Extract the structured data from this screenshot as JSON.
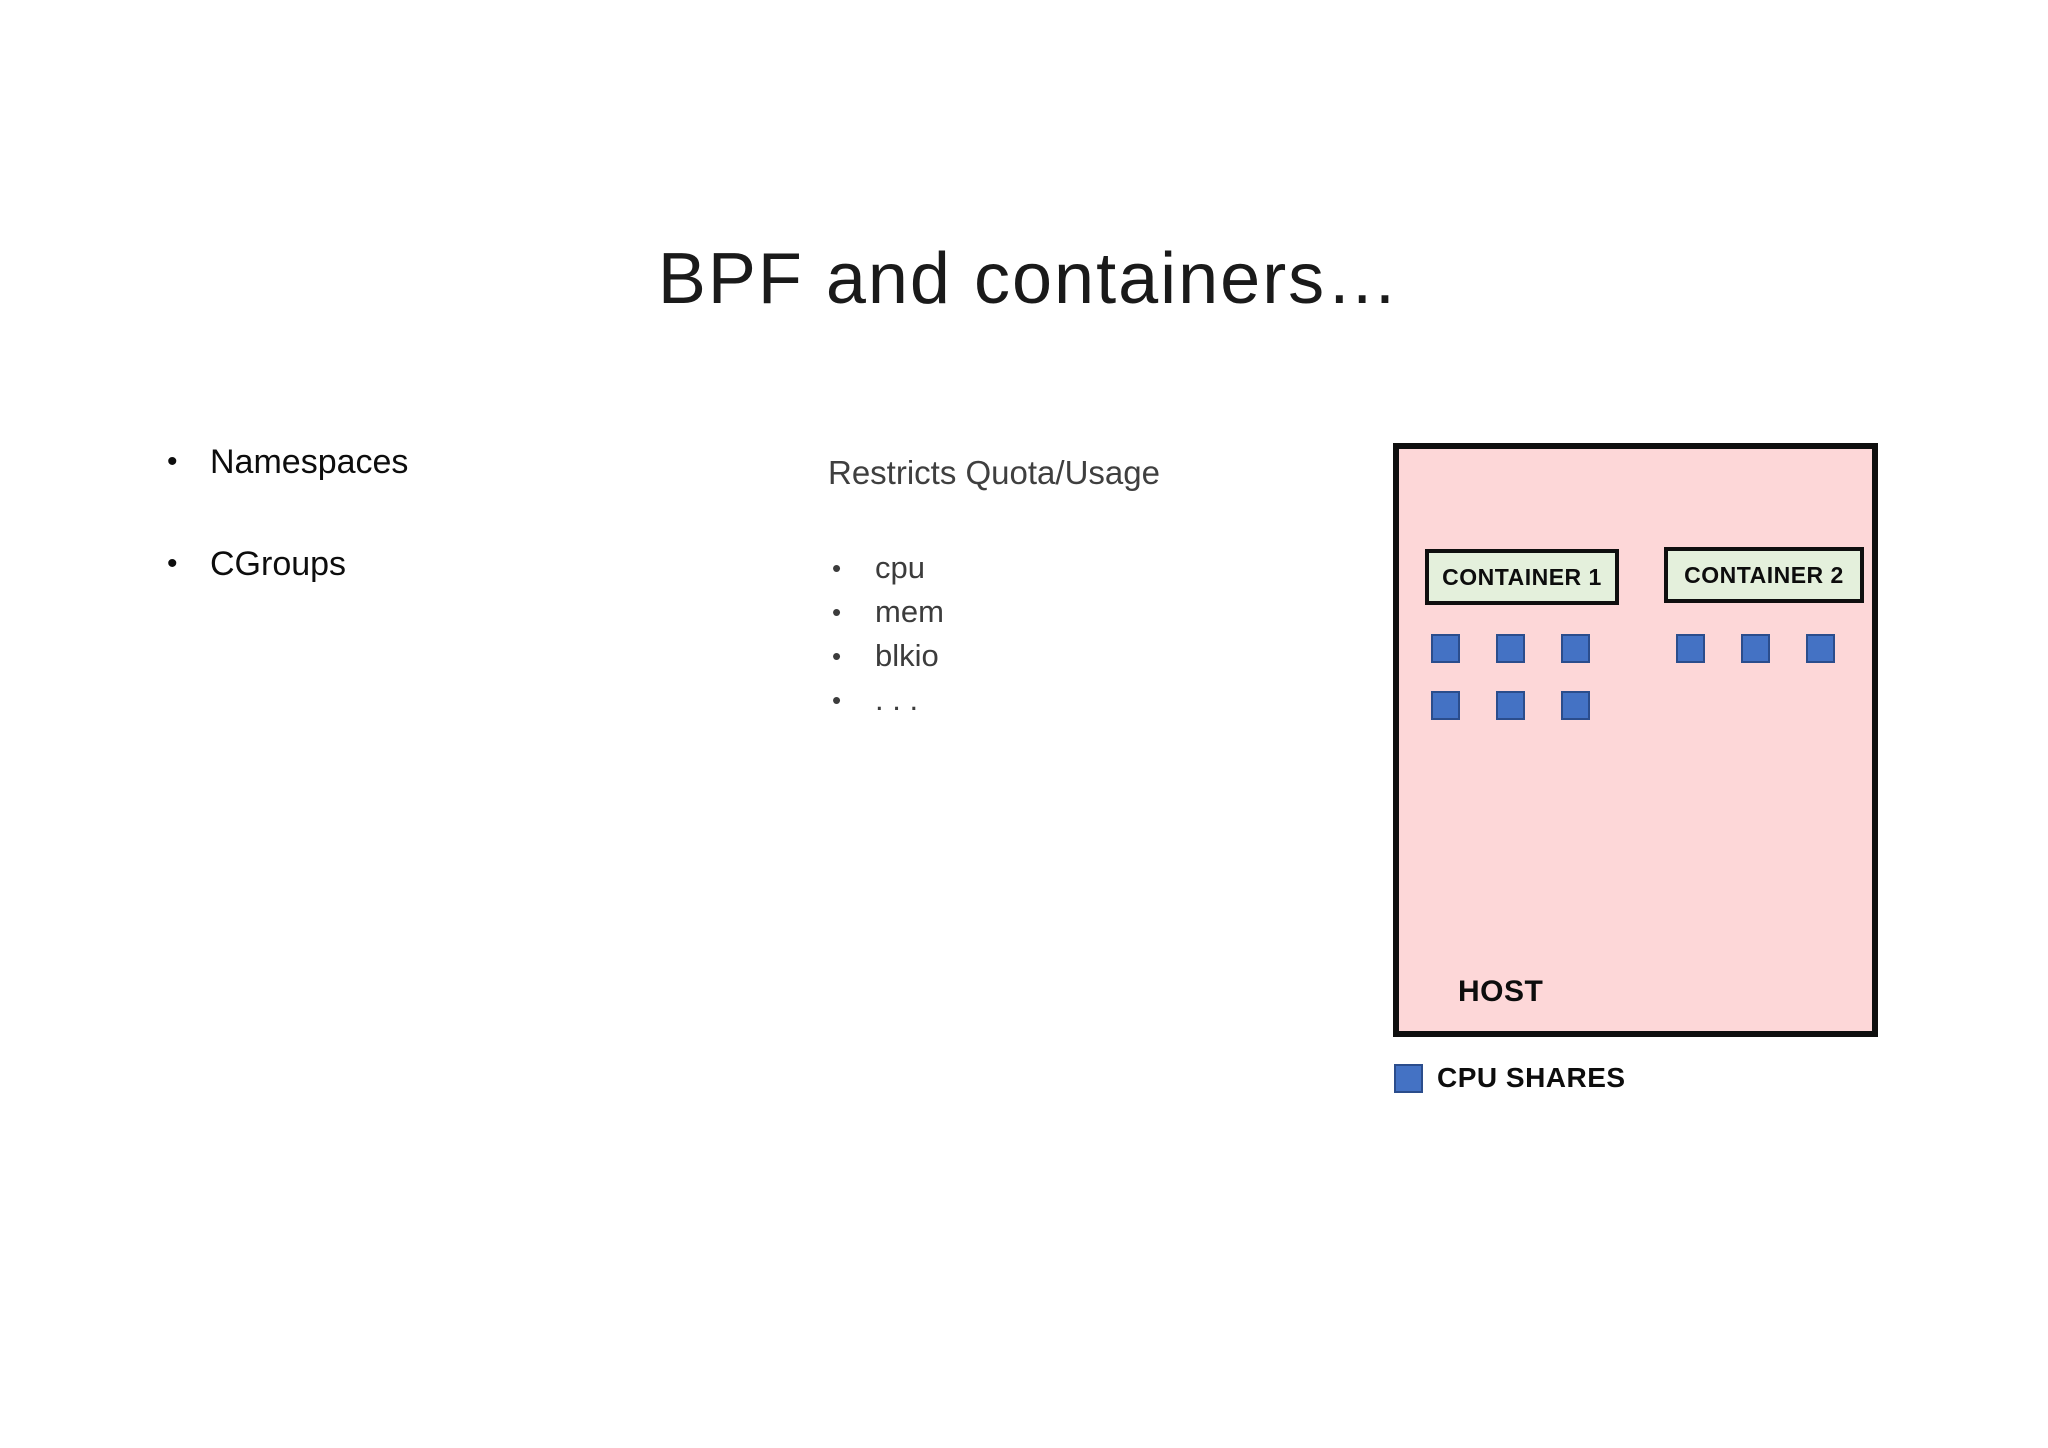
{
  "slide": {
    "title": "BPF and containers…",
    "left_bullets": [
      "Namespaces",
      "CGroups"
    ],
    "middle": {
      "heading": "Restricts Quota/Usage",
      "bullets": [
        "cpu",
        "mem",
        "blkio",
        ". . ."
      ]
    },
    "diagram": {
      "host_label": "HOST",
      "containers": [
        {
          "label": "CONTAINER 1",
          "cpu_shares": 6
        },
        {
          "label": "CONTAINER 2",
          "cpu_shares": 3
        }
      ],
      "legend_label": "CPU SHARES",
      "colors": {
        "host_fill": "#fdd7d8",
        "container_fill": "#e4f0dc",
        "share_fill": "#4472c4",
        "share_border": "#2b4d8c",
        "outline": "#0f0f0f"
      }
    }
  }
}
